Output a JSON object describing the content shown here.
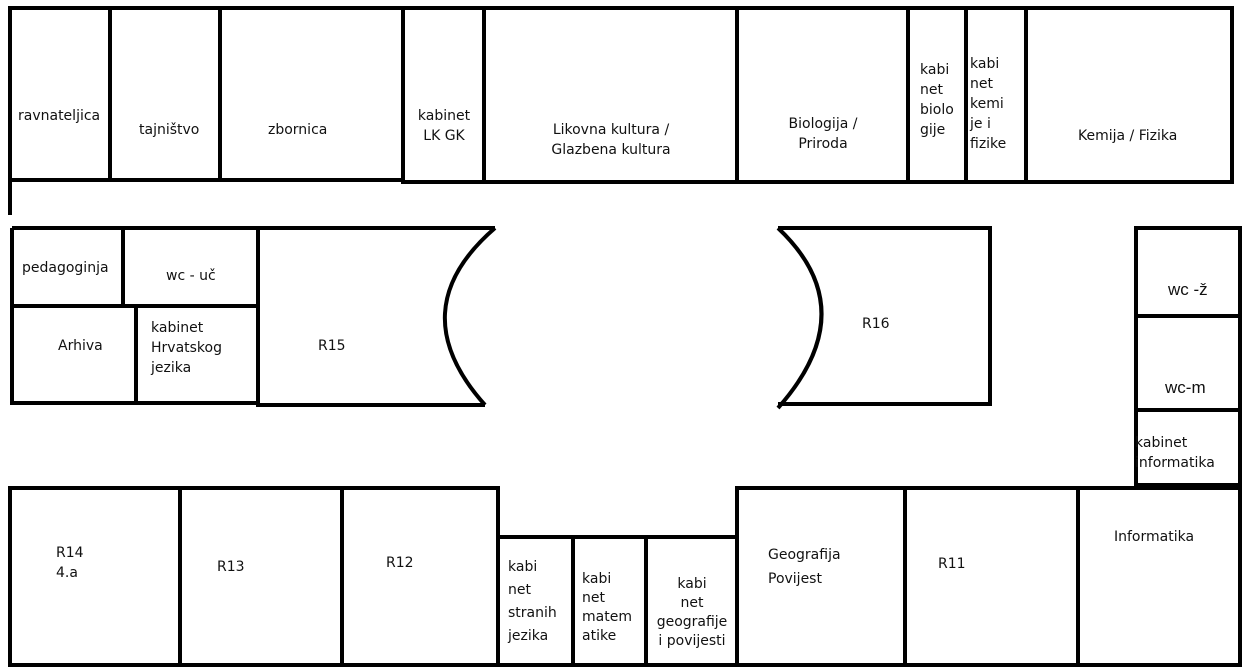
{
  "rooms": {
    "ravnateljica": "ravnateljica",
    "tajnistvo": "tajništvo",
    "zbornica": "zbornica",
    "kabinet_lk_gk": "kabinet\nLK GK",
    "likovna": "Likovna kultura /\nGlazbena kultura",
    "biologija": "Biologija /\nPriroda",
    "kabinet_biologije": "kabi\nnet\nbiolo\ngije",
    "kabinet_kemije": "kabi\nnet\nkemi\nje i\nfizike",
    "kemija": "Kemija / Fizika",
    "pedagoginja": "pedagoginja",
    "wc_uc": "wc - uč",
    "arhiva": "Arhiva",
    "kabinet_hrvatskog": "kabinet\nHrvatskog\njezika",
    "r15": "R15",
    "r16": "R16",
    "wc_z": "wc -ž",
    "wc_m": "wc-m",
    "kabinet_informatika": "kabinet\ninformatika",
    "r14": "R14\n4.a",
    "r13": "R13",
    "r12": "R12",
    "kabinet_stranih": "kabi\nnet\nstranih\njezika",
    "kabinet_matematike": "kabi\nnet\nmatem\natike",
    "kabinet_geografije": "kabi\nnet\ngeografije\ni povijesti",
    "geografija": "Geografija\nPovijest",
    "r11": "R11",
    "informatika": "Informatika"
  }
}
